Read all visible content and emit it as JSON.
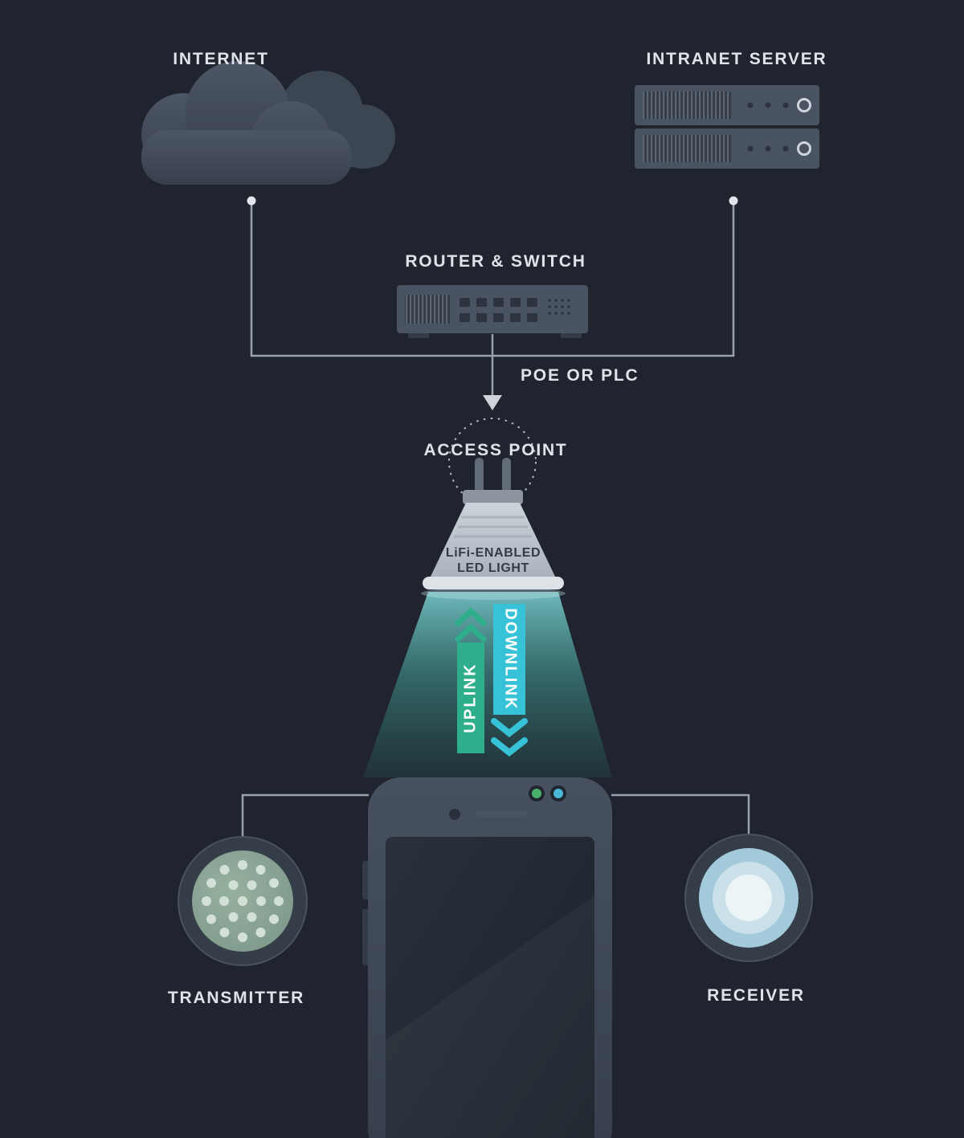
{
  "diagram": {
    "internet": {
      "label": "INTERNET"
    },
    "intranet_server": {
      "label": "INTRANET SERVER"
    },
    "router_switch": {
      "label": "ROUTER & SWITCH"
    },
    "poe_plc": {
      "label": "POE OR PLC"
    },
    "access_point": {
      "label": "ACCESS POINT"
    },
    "led_light": {
      "line1": "LiFi-ENABLED",
      "line2": "LED LIGHT"
    },
    "uplink": {
      "label": "UPLINK"
    },
    "downlink": {
      "label": "DOWNLINK"
    },
    "transmitter": {
      "label": "TRANSMITTER"
    },
    "receiver": {
      "label": "RECEIVER"
    }
  },
  "colors": {
    "background": "#20242e",
    "text": "#dfe3e9",
    "connector_line": "#9aa1ab",
    "uplink_green": "#2fae8c",
    "downlink_cyan": "#38c2d8",
    "cone_teal": "#5ec6c4",
    "transmitter_green": "#89a494",
    "receiver_blue": "#a2cadb",
    "hardware_gray": "#4a5361"
  }
}
